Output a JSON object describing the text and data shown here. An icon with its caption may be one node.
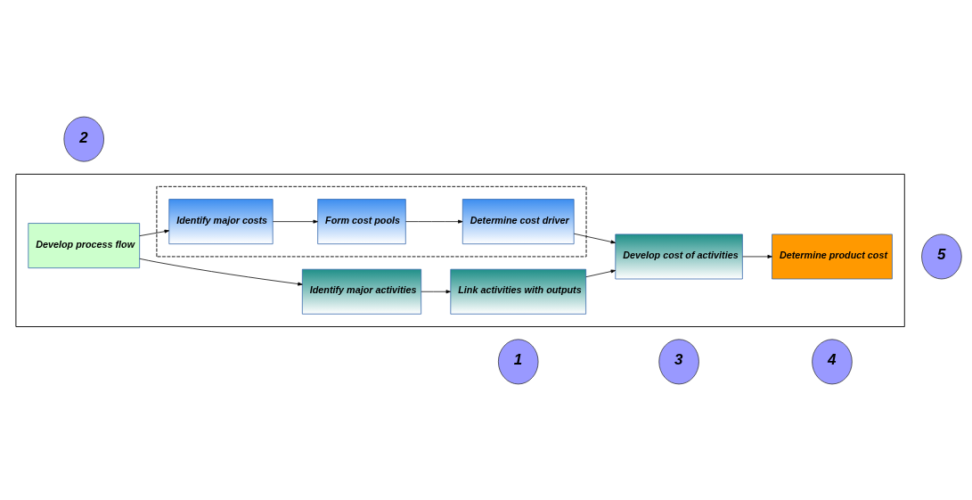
{
  "diagram": {
    "nodes": [
      {
        "text": [],
        "shape": "box"
      },
      {
        "text": [],
        "shape": "box",
        "in": 0
      },
      {
        "text": [
          "Develop process flow"
        ],
        "in": 0
      },
      {
        "text": [
          "Identify major costs"
        ],
        "in": 1
      },
      {
        "text": [
          "Form cost pools"
        ],
        "in": 1
      },
      {
        "text": [
          "Determine cost driver"
        ],
        "in": 1
      },
      {
        "text": [
          "Identify major activities"
        ],
        "in": 0
      },
      {
        "text": [
          "Link activities with outputs"
        ],
        "in": 0
      },
      {
        "text": [
          "Develop cost of activities"
        ],
        "in": 0
      },
      {
        "text": [
          "Determine product cost"
        ],
        "in": 0
      },
      {
        "text": [
          "2"
        ]
      },
      {
        "text": [
          "1"
        ]
      },
      {
        "text": [
          "3"
        ]
      },
      {
        "text": [
          "4"
        ]
      },
      {
        "text": [
          "5"
        ]
      }
    ],
    "edges": [
      {
        "from": 2,
        "to": 3,
        "arrow": "to"
      },
      {
        "from": 2,
        "to": 6,
        "arrow": "to"
      },
      {
        "from": 3,
        "to": 4,
        "arrow": "to"
      },
      {
        "from": 4,
        "to": 5,
        "arrow": "to"
      },
      {
        "from": 5,
        "to": 8,
        "arrow": "to"
      },
      {
        "from": 6,
        "to": 7,
        "arrow": "to"
      },
      {
        "from": 7,
        "to": 8,
        "arrow": "to"
      },
      {
        "from": 8,
        "to": 9,
        "arrow": "to"
      }
    ]
  }
}
